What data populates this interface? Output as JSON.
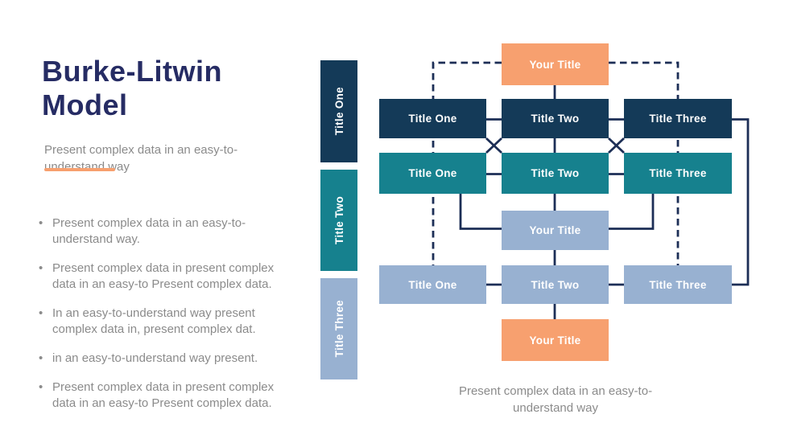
{
  "slide": {
    "title": "Burke-Litwin Model",
    "subtitle": "Present complex data in an easy-to-understand way",
    "bullets": [
      "Present complex data in an easy-to-understand way.",
      "Present complex data in present complex data in an easy-to Present complex data.",
      "In an easy-to-understand way present complex data in, present complex dat.",
      "in an easy-to-understand way present.",
      "Present complex data in present complex data in an easy-to Present complex data."
    ],
    "caption": "Present complex data in an easy-to-understand way"
  },
  "diagram": {
    "side_labels": [
      {
        "label": "Title One",
        "color": "#143a58"
      },
      {
        "label": "Title Two",
        "color": "#16818e"
      },
      {
        "label": "Title Three",
        "color": "#98b1d1"
      }
    ],
    "rows": [
      {
        "name": "navy-row",
        "color": "#143a58",
        "cells": [
          "Title One",
          "Title Two",
          "Title Three"
        ]
      },
      {
        "name": "teal-row",
        "color": "#16818e",
        "cells": [
          "Title One",
          "Title Two",
          "Title Three"
        ]
      },
      {
        "name": "bluegray-row",
        "color": "#98b1d1",
        "cells": [
          "Title One",
          "Title Two",
          "Title Three"
        ]
      }
    ],
    "banners": {
      "top": {
        "label": "Your Title",
        "color": "#f7a06f"
      },
      "middle": {
        "label": "Your Title",
        "color": "#98b1d1"
      },
      "bottom": {
        "label": "Your Title",
        "color": "#f7a06f"
      }
    }
  },
  "colors": {
    "title_navy": "#262c64",
    "body_gray": "#8b8b8b",
    "accent_orange": "#f7a06f",
    "box_navy": "#143a58",
    "box_teal": "#16818e",
    "box_bluegray": "#98b1d1",
    "connector_navy": "#1c2e56",
    "background": "#ffffff"
  }
}
